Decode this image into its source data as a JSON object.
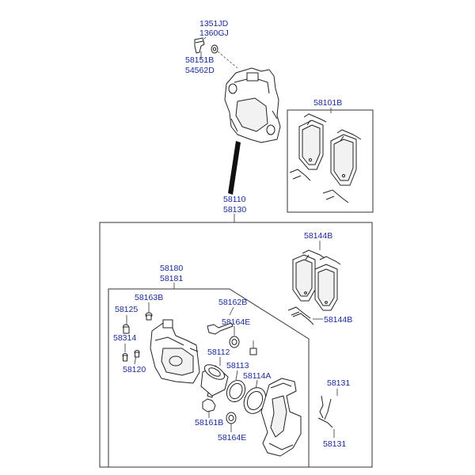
{
  "colors": {
    "label": "#1a2a9c",
    "line": "#222222",
    "background": "#ffffff"
  },
  "labels": {
    "bolt_top_1": "1351JD",
    "bolt_top_2": "1360GJ",
    "bolt_mid_1": "58151B",
    "bolt_mid_2": "54562D",
    "pad_kit_top": "58101B",
    "caliper_assy_1": "58110",
    "caliper_assy_2": "58130",
    "pad_set": "58144B",
    "pad_clip": "58144B",
    "caliper_body_1": "58180",
    "caliper_body_2": "58181",
    "bleeder_cap": "58163B",
    "guide_pin_top": "58162B",
    "bleeder_screw": "58125",
    "boot_top": "58164E",
    "seal_314": "58314",
    "piston": "58112",
    "hose_union": "58120",
    "piston_seal": "58113",
    "piston_boot": "58114A",
    "guide_pin_bottom": "58161B",
    "boot_bottom": "58164E",
    "wear_sensor_top": "58131",
    "wear_sensor_bottom": "58131"
  }
}
